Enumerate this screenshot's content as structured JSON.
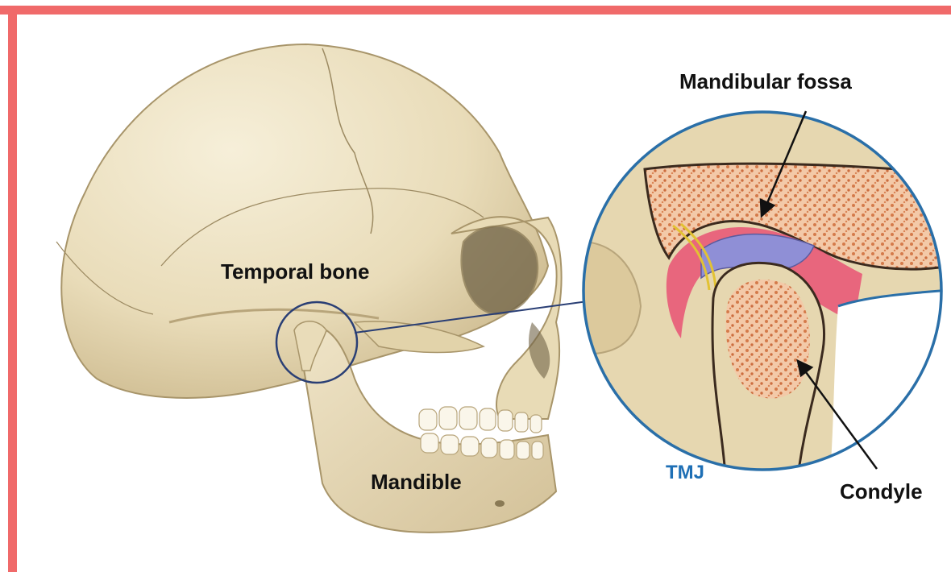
{
  "labels": {
    "temporal_bone": "Temporal bone",
    "mandible": "Mandible",
    "mandibular_fossa": "Mandibular fossa",
    "condyle": "Condyle",
    "tmj": "TMJ"
  },
  "colors": {
    "border": "#f06a6a",
    "bone": "#efe3c4",
    "bone_shadow": "#d9c79d",
    "marrow": "#f3c9a8",
    "marrow_dots": "#d47a4a",
    "disc": "#8f8fd6",
    "cartilage": "#e85a78",
    "circle": "#2a6fa8",
    "tmj_text": "#1e6fb5"
  }
}
